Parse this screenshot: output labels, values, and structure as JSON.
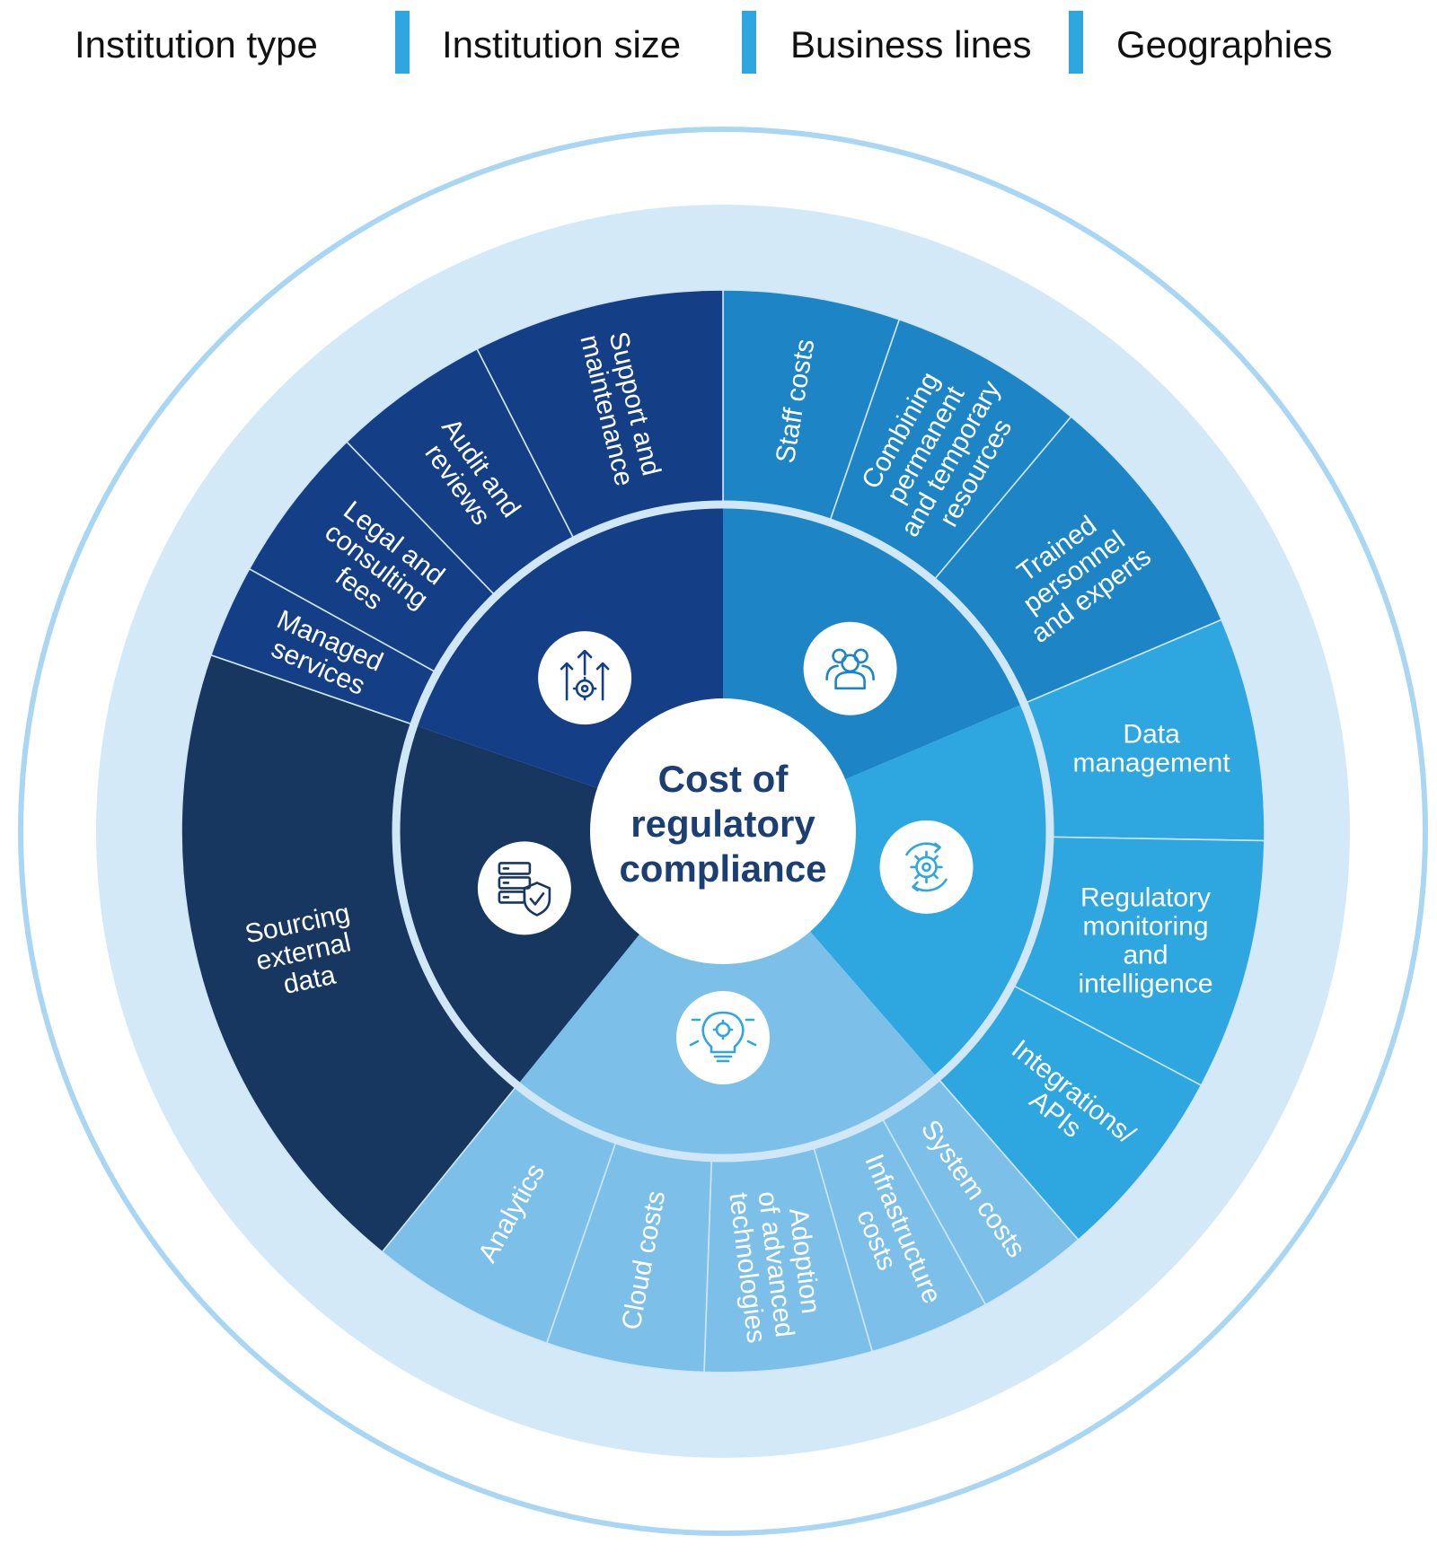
{
  "legend": {
    "items": [
      "Institution type",
      "Institution size",
      "Business lines",
      "Geographies"
    ],
    "separator_color": "#2ea6e0"
  },
  "center": {
    "lines": [
      "Cost of",
      "regulatory",
      "compliance"
    ],
    "color": "#1b3f72"
  },
  "colors": {
    "outer_ring": "#d3e9f7",
    "outer_stroke": "#a9d7f3",
    "divider": "#cfe7f6"
  },
  "groups": [
    {
      "id": "people",
      "icon": "people-group-icon",
      "color": "#1d84c6",
      "segments": [
        {
          "label": [
            "Staff costs"
          ]
        },
        {
          "label": [
            "Combining",
            "permanent",
            "and temporary",
            "resources"
          ]
        },
        {
          "label": [
            "Trained",
            "personnel",
            "and experts"
          ]
        }
      ]
    },
    {
      "id": "data-ops",
      "icon": "gear-cycle-icon",
      "color": "#2ea6e0",
      "segments": [
        {
          "label": [
            "Data",
            "management"
          ]
        },
        {
          "label": [
            "Regulatory",
            "monitoring",
            "and",
            "intelligence"
          ]
        },
        {
          "label": [
            "Integrations/",
            "APIs"
          ]
        }
      ]
    },
    {
      "id": "technology",
      "icon": "lightbulb-gear-icon",
      "color": "#7cc0ea",
      "segments": [
        {
          "label": [
            "System costs"
          ]
        },
        {
          "label": [
            "Infrastructure",
            "costs"
          ]
        },
        {
          "label": [
            "Adoption",
            "of advanced",
            "technologies"
          ]
        },
        {
          "label": [
            "Cloud costs"
          ]
        },
        {
          "label": [
            "Analytics"
          ]
        }
      ]
    },
    {
      "id": "external-data",
      "icon": "server-shield-icon",
      "color": "#173660",
      "segments": [
        {
          "label": [
            "Sourcing",
            "external",
            "data"
          ]
        }
      ]
    },
    {
      "id": "outsourcing",
      "icon": "growth-arrows-gear-icon",
      "color": "#143f86",
      "segments": [
        {
          "label": [
            "Managed",
            "services"
          ]
        },
        {
          "label": [
            "Legal and",
            "consulting",
            "fees"
          ]
        },
        {
          "label": [
            "Audit and",
            "reviews"
          ]
        },
        {
          "label": [
            "Support and",
            "maintenance"
          ]
        }
      ]
    }
  ]
}
